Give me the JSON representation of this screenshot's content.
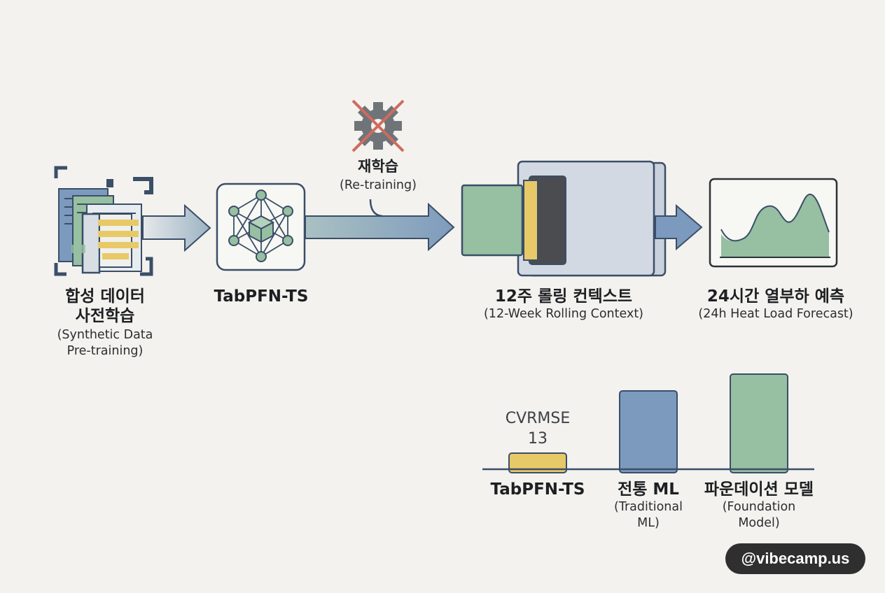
{
  "pipeline": {
    "pretrain": {
      "title_line1": "합성 데이터",
      "title_line2": "사전학습",
      "sub_line1": "(Synthetic Data",
      "sub_line2": "Pre-training)",
      "icon": "stacked-documents-icon"
    },
    "model": {
      "title": "TabPFN-TS",
      "icon": "neural-network-cube-icon"
    },
    "retraining": {
      "title": "재학습",
      "sub": "(Re-training)",
      "icon": "crossed-gear-icon"
    },
    "context": {
      "title": "12주 롤링 컨텍스트",
      "sub": "(12-Week Rolling Context)",
      "icon": "rolling-window-icon"
    },
    "forecast": {
      "title": "24시간 열부하 예측",
      "sub": "(24h Heat Load Forecast)",
      "icon": "area-chart-icon"
    }
  },
  "comparison": {
    "metric_label": "CVRMSE",
    "metric_value": "13",
    "bars": [
      {
        "label": "TabPFN-TS",
        "sub_line1": "",
        "sub_line2": "",
        "color": "#e8c968"
      },
      {
        "label": "전통 ML",
        "sub_line1": "(Traditional",
        "sub_line2": "ML)",
        "color": "#7c9abe"
      },
      {
        "label": "파운데이션 모델",
        "sub_line1": "(Foundation",
        "sub_line2": "Model)",
        "color": "#97bfa1"
      }
    ]
  },
  "watermark": "@vibecamp.us",
  "colors": {
    "navy": "#3b4e68",
    "slate_blue": "#7c9abe",
    "sage_green": "#97bfa1",
    "mustard": "#e8c968",
    "light_panel": "#d3d9e2",
    "cross_red": "#cf6b5f",
    "gear_gray": "#6f7478",
    "dark_gray": "#4a4c4f"
  }
}
